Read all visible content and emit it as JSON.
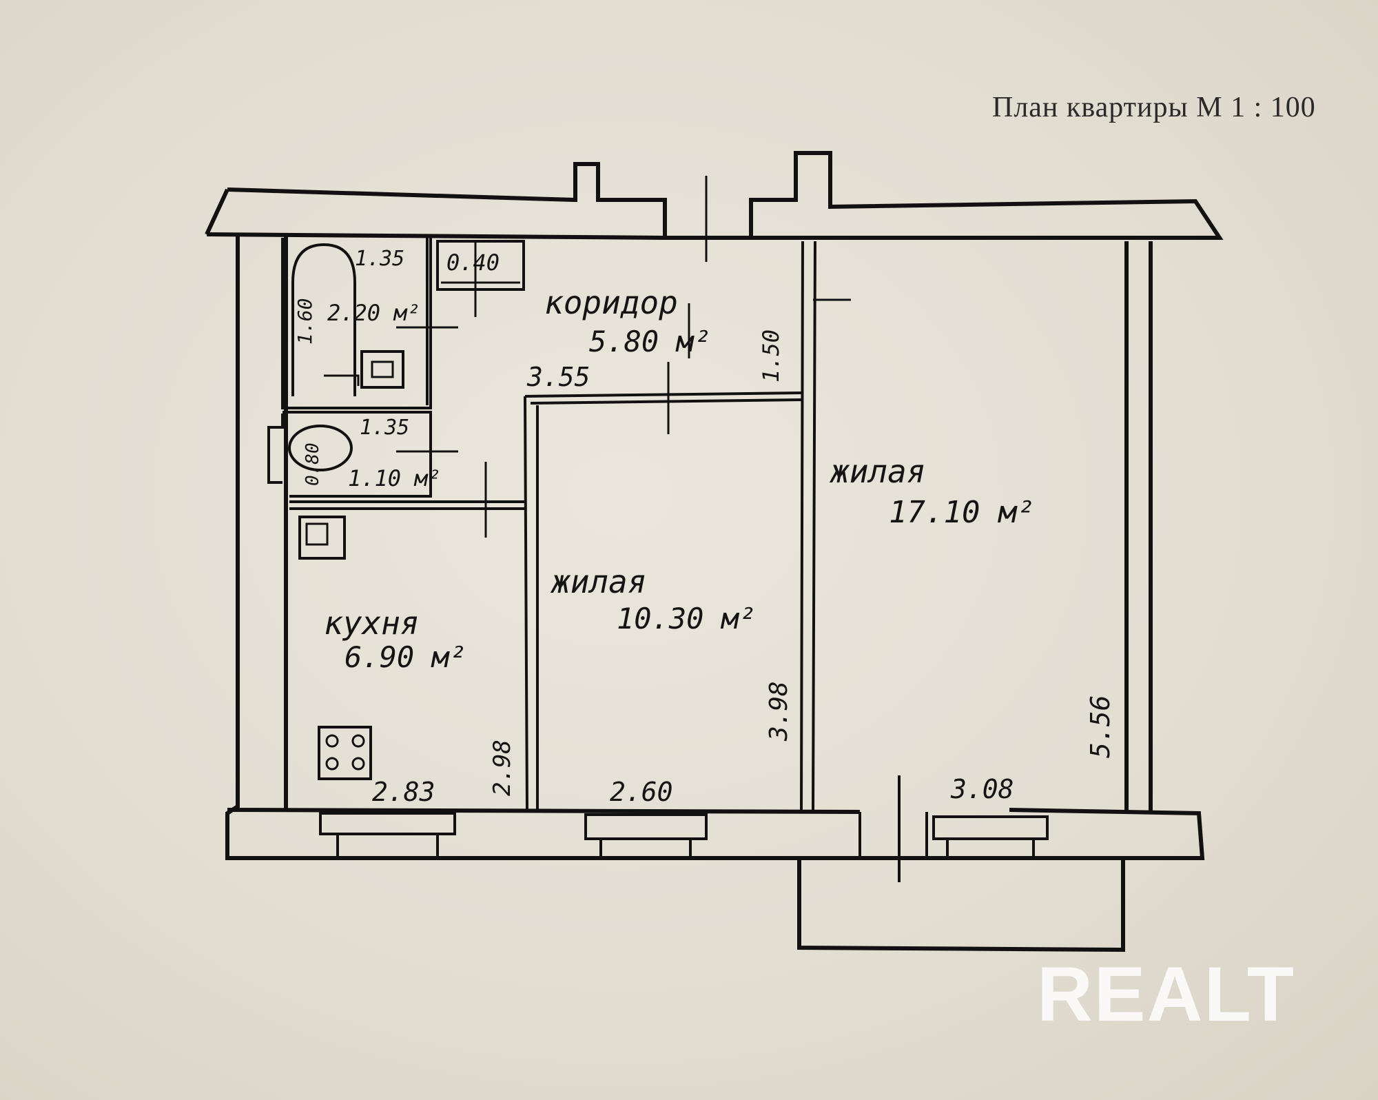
{
  "header": {
    "title": "План квартиры  М 1 : 100"
  },
  "watermark": {
    "brand": "REALT"
  },
  "rooms": {
    "corridor": {
      "name": "коридор",
      "area": "5.80 м²",
      "dim_width": "3.55",
      "dim_height": "1.50"
    },
    "bathroom": {
      "area": "2.20 м²",
      "dim_width": "1.35",
      "dim_height": "1.60"
    },
    "closet": {
      "label": "0.40"
    },
    "toilet": {
      "area": "1.10 м²",
      "dim_width": "1.35",
      "dim_height": "0.80"
    },
    "kitchen": {
      "name": "кухня",
      "area": "6.90 м²",
      "dim_width": "2.83",
      "dim_height": "2.98"
    },
    "living_small": {
      "name": "жилая",
      "area": "10.30 м²",
      "dim_width": "2.60",
      "dim_height": "3.98"
    },
    "living_large": {
      "name": "жилая",
      "area": "17.10 м²",
      "dim_width": "3.08",
      "dim_height": "5.56"
    }
  },
  "colors": {
    "paper": "#e4dfd3",
    "ink": "#111111",
    "watermark": "#ffffff"
  }
}
